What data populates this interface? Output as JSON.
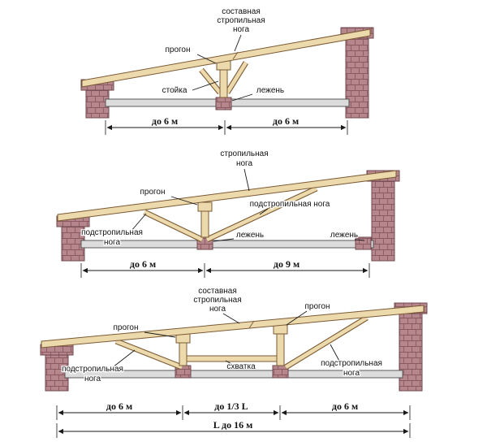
{
  "figure": {
    "description_visible": false
  },
  "colors": {
    "wall": "#b5878d",
    "wall_line": "#8a5a60",
    "wood": "#ecd9ac",
    "wood_outline": "#7a5a33",
    "beam": "#dcdcdc",
    "ink": "#1a1a1a"
  },
  "d1": {
    "labels": {
      "composite_l1": "составная",
      "composite_l2": "стропильная",
      "composite_l3": "нога",
      "purlin": "прогон",
      "post": "стойка",
      "sleeper": "лежень"
    },
    "dims": {
      "left": "до 6 м",
      "right": "до 6 м"
    }
  },
  "d2": {
    "labels": {
      "rafter_l1": "стропильная",
      "rafter_l2": "нога",
      "purlin": "прогон",
      "strut_right": "подстропильная нога",
      "strut_left_l1": "подстропильная",
      "strut_left_l2": "нога",
      "sleeper_mid": "лежень",
      "sleeper_right": "лежень"
    },
    "dims": {
      "left": "до 6 м",
      "right": "до 9 м"
    }
  },
  "d3": {
    "labels": {
      "composite_l1": "составная",
      "composite_l2": "стропильная",
      "composite_l3": "нога",
      "purlin_right": "прогон",
      "purlin_left": "прогон",
      "strut_left_l1": "подстропильная",
      "strut_left_l2": "нога",
      "tie": "схватка",
      "strut_right_l1": "подстропильная",
      "strut_right_l2": "нога"
    },
    "dims": {
      "left": "до 6 м",
      "mid": "до 1/3 L",
      "right": "до 6 м",
      "total": "L до 16 м"
    }
  }
}
